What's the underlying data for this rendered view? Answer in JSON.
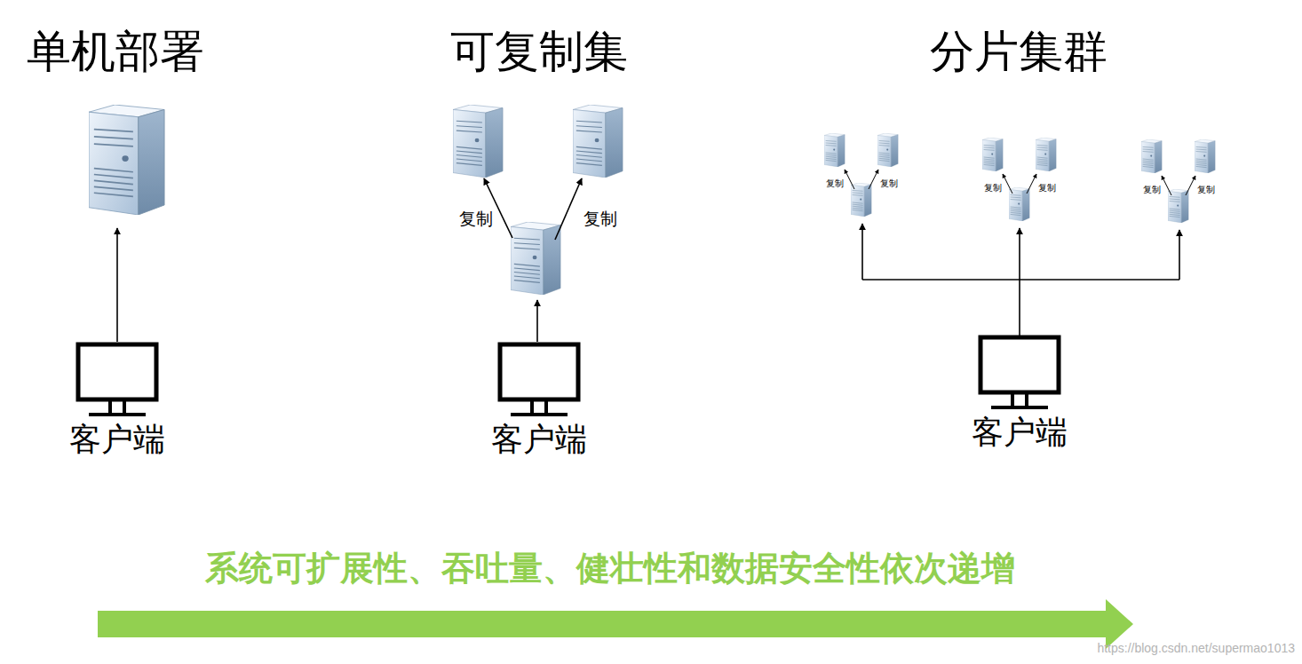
{
  "diagram": {
    "nodes": [
      {
        "text": [
          "客户端"
        ]
      },
      {
        "text": [
          "客户端"
        ]
      },
      {
        "text": [
          "客户端"
        ]
      }
    ],
    "labels": [
      "单机部署",
      "可复制集",
      "分片集群",
      "复制",
      "复制",
      "复制",
      "复制",
      "复制",
      "复制",
      "复制",
      "复制",
      "系统可扩展性、吞吐量、健壮性和数据安全性依次递增",
      "https://blog.csdn.net/supermao1013"
    ]
  }
}
